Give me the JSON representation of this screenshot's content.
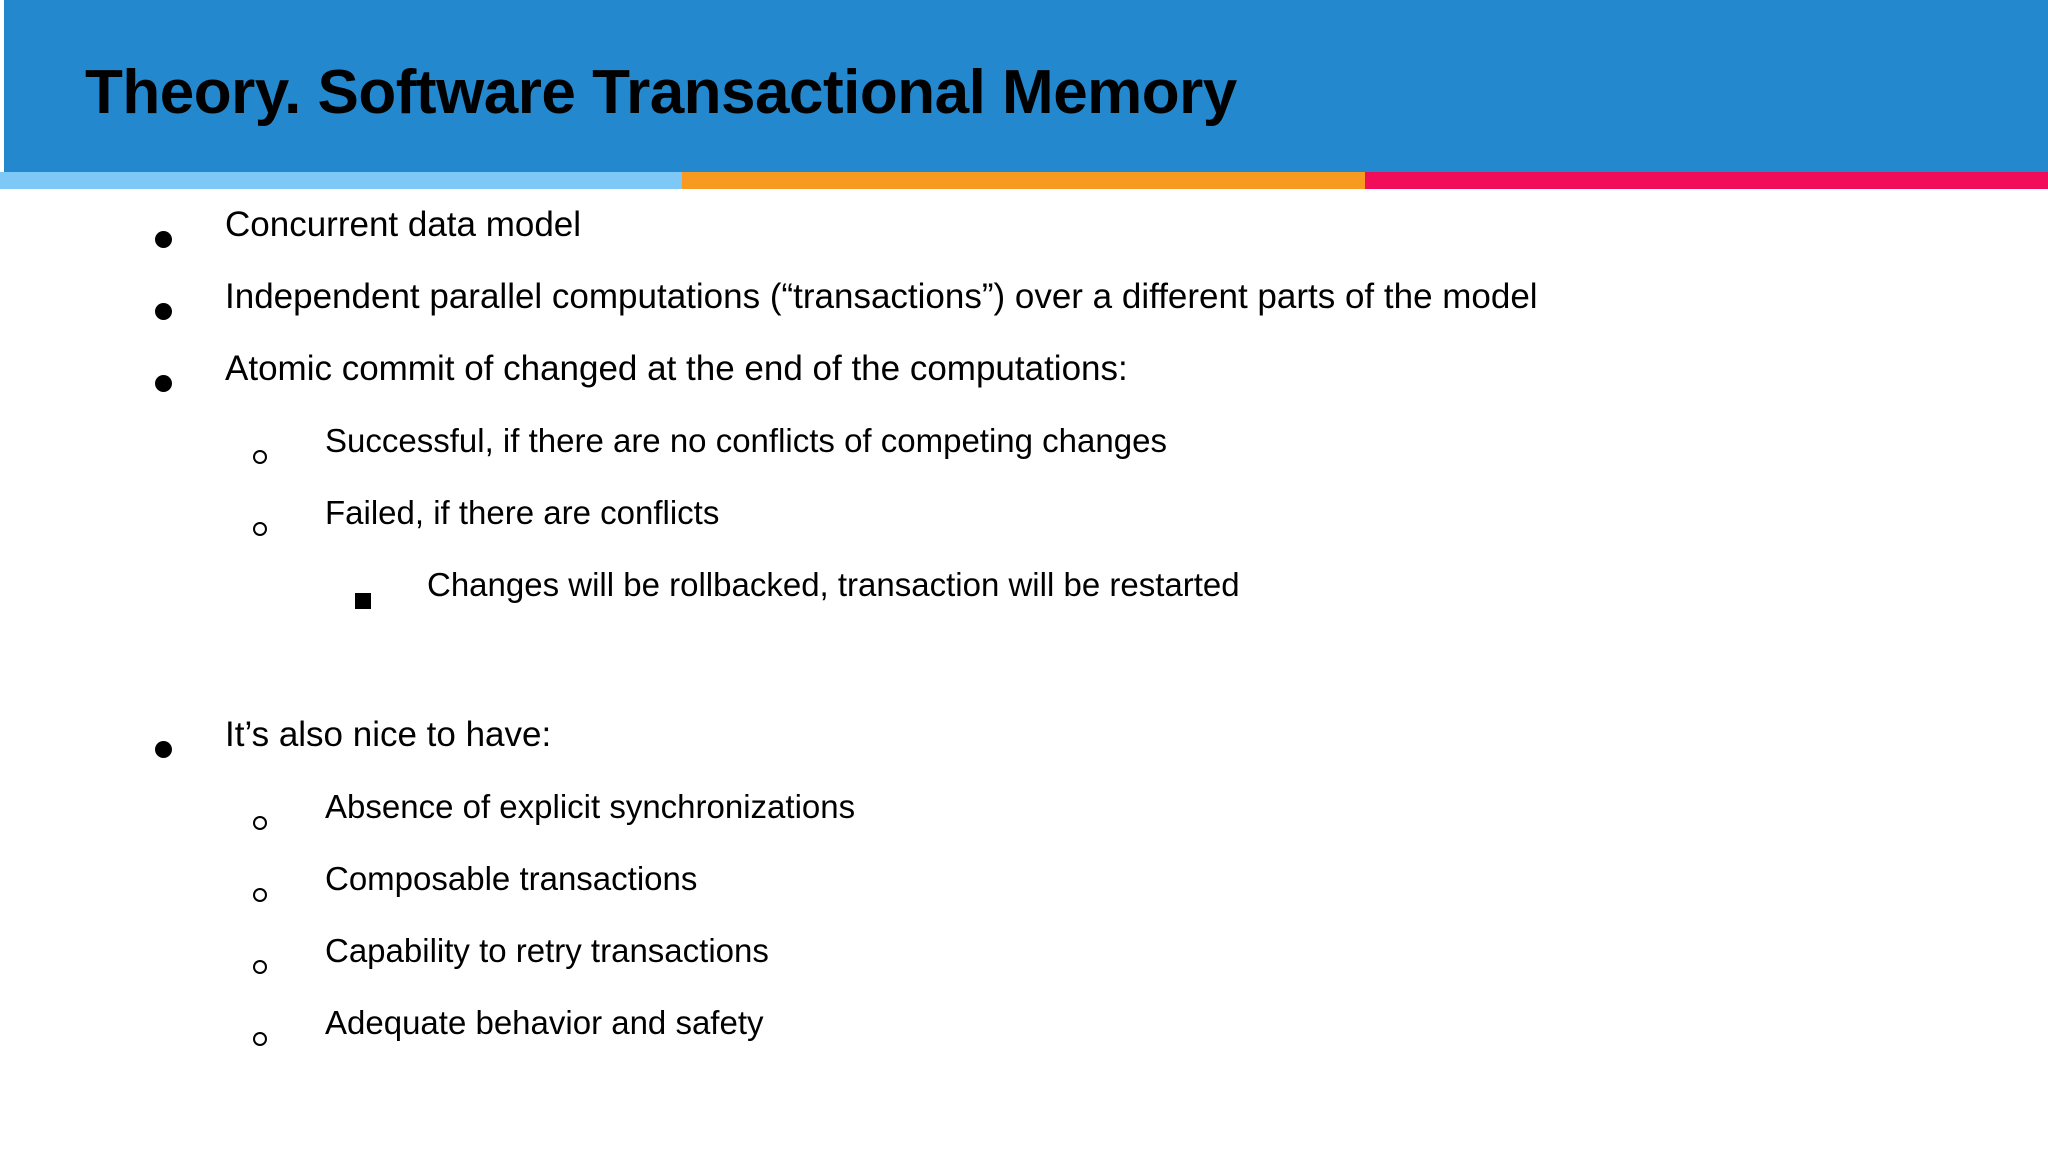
{
  "slide": {
    "title": "Theory. Software Transactional Memory",
    "header_color": "#2388ce",
    "background_color": "#ffffff",
    "text_color": "#000000"
  },
  "accent_bars": [
    {
      "name": "light-blue",
      "color": "#7dc8f7"
    },
    {
      "name": "orange",
      "color": "#f89a20"
    },
    {
      "name": "pink",
      "color": "#f20d5a"
    }
  ],
  "bullets": {
    "group_one": [
      {
        "level": 1,
        "marker": "filled-disc",
        "text": "Concurrent data model"
      },
      {
        "level": 1,
        "marker": "filled-disc",
        "text": "Independent parallel computations (“transactions”) over a different parts of the model"
      },
      {
        "level": 1,
        "marker": "filled-disc",
        "text": "Atomic commit of changed at the end of the computations:"
      },
      {
        "level": 2,
        "marker": "hollow-circle",
        "text": "Successful, if there are no conflicts of competing changes"
      },
      {
        "level": 2,
        "marker": "hollow-circle",
        "text": "Failed, if there are conflicts"
      },
      {
        "level": 3,
        "marker": "filled-square",
        "text": "Changes will be rollbacked, transaction will be restarted"
      }
    ],
    "group_two": [
      {
        "level": 1,
        "marker": "filled-disc",
        "text": "It’s also nice to have:"
      },
      {
        "level": 2,
        "marker": "hollow-circle",
        "text": "Absence of explicit synchronizations"
      },
      {
        "level": 2,
        "marker": "hollow-circle",
        "text": "Composable transactions"
      },
      {
        "level": 2,
        "marker": "hollow-circle",
        "text": "Capability to retry transactions"
      },
      {
        "level": 2,
        "marker": "hollow-circle",
        "text": "Adequate behavior and safety"
      }
    ]
  }
}
